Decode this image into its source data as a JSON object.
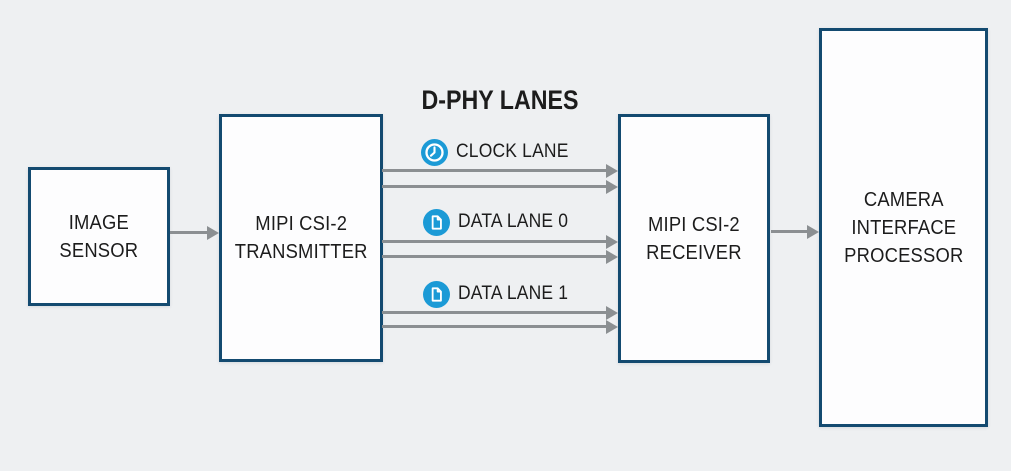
{
  "title": "D-PHY LANES",
  "boxes": {
    "image_sensor": {
      "label": "IMAGE\nSENSOR"
    },
    "transmitter": {
      "label": "MIPI CSI-2\nTRANSMITTER"
    },
    "receiver": {
      "label": "MIPI CSI-2\nRECEIVER"
    },
    "processor": {
      "label": "CAMERA\nINTERFACE\nPROCESSOR"
    }
  },
  "lanes": [
    {
      "label": "CLOCK LANE",
      "icon": "clock-icon"
    },
    {
      "label": "DATA LANE 0",
      "icon": "document-icon"
    },
    {
      "label": "DATA LANE 1",
      "icon": "document-icon"
    }
  ],
  "colors": {
    "background": "#eef0f2",
    "box_fill": "#fdfdfe",
    "box_border": "#134a70",
    "arrow_gray": "#8b8f92",
    "icon_blue": "#1b9ad6",
    "text": "#1c1c1c"
  }
}
